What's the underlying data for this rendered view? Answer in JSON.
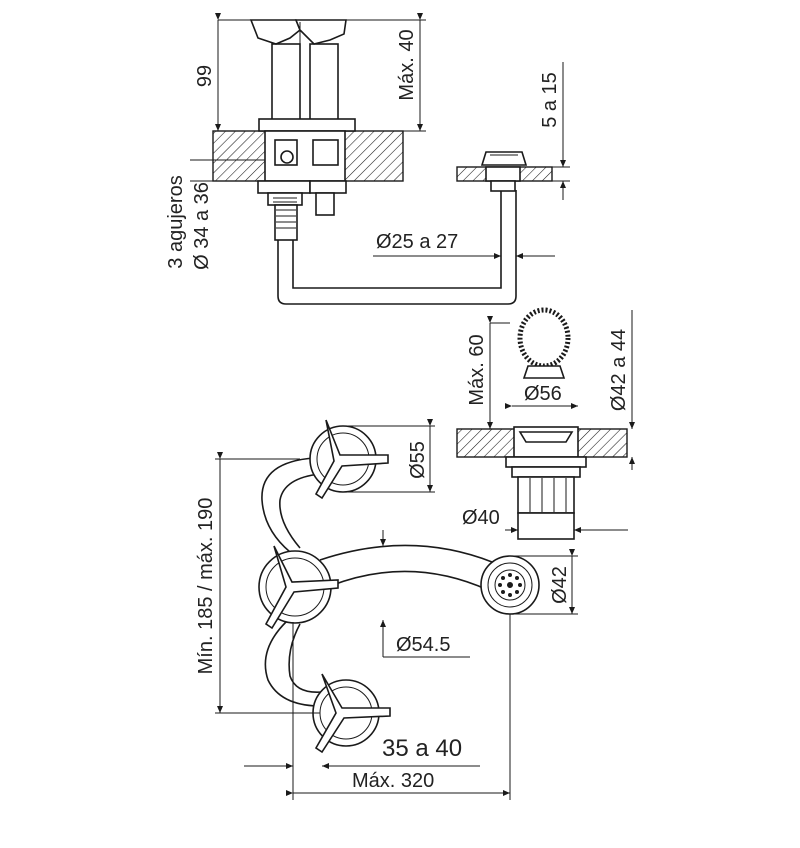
{
  "labels": {
    "dim_99": "99",
    "dim_max40": "Máx. 40",
    "dim_5a15": "5 a 15",
    "holes_line1": "3 agujeros",
    "holes_line2": "Ø 34 a 36",
    "dim_d25a27": "Ø25 a 27",
    "dim_max60": "Máx. 60",
    "dim_d56": "Ø56",
    "dim_d42a44": "Ø42 a 44",
    "dim_d55": "Ø55",
    "dim_min185": "Mín. 185 / máx. 190",
    "dim_d40": "Ø40",
    "dim_d42": "Ø42",
    "dim_d54_5": "Ø54.5",
    "dim_35a40": "35 a 40",
    "dim_max320": "Máx. 320"
  }
}
